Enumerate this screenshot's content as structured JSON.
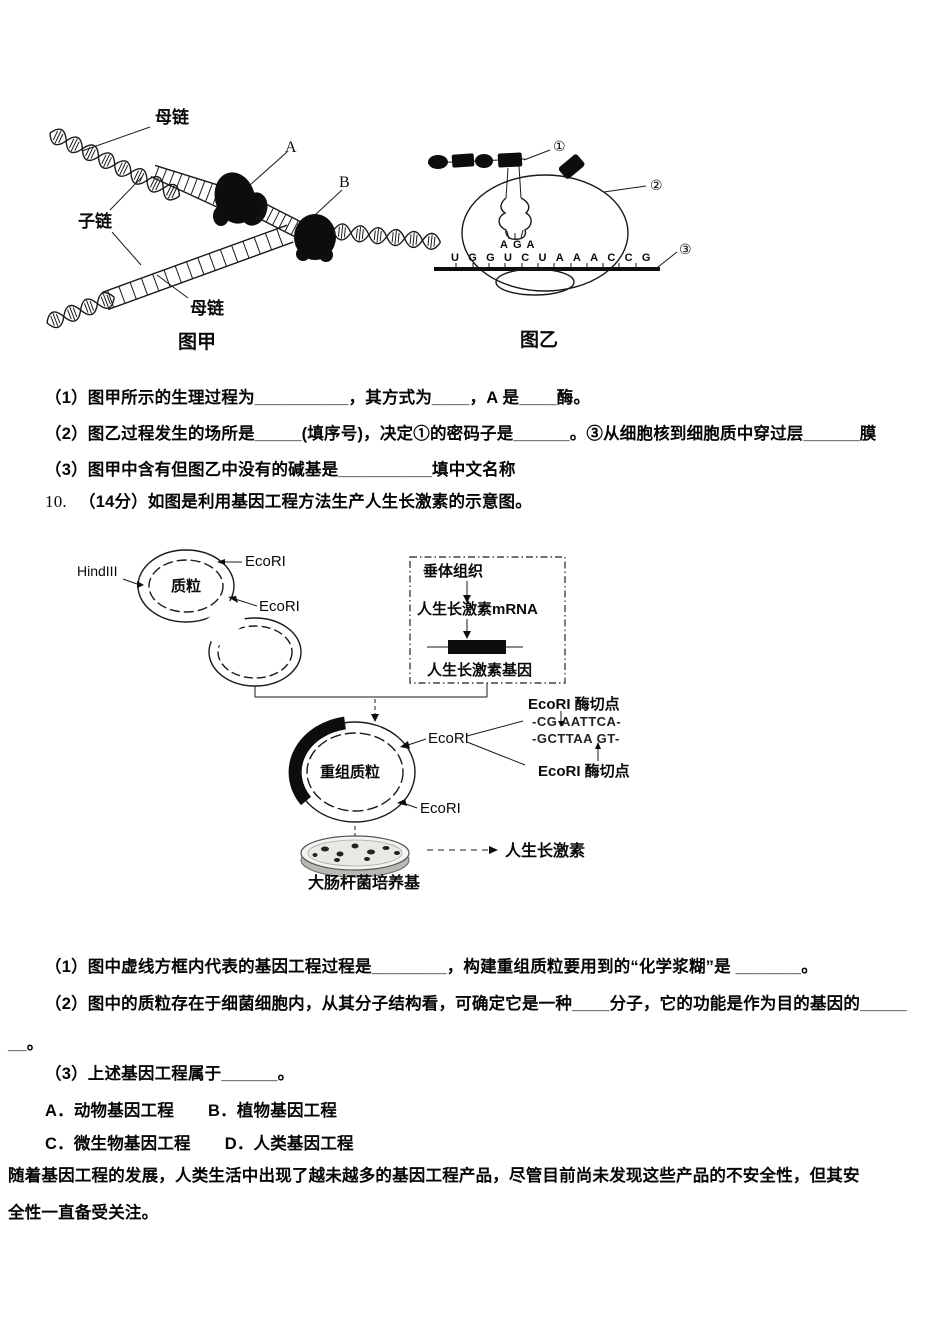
{
  "fig_jia": {
    "mother_top": "母链",
    "daughter": "子链",
    "enzyme_a": "A",
    "enzyme_b": "B",
    "mother_bottom": "母链",
    "caption": "图甲"
  },
  "fig_yi": {
    "num1": "①",
    "num2": "②",
    "num3": "③",
    "anticodon": "AGA",
    "mrna_seq": "UGGUCUAAACCG",
    "caption": "图乙"
  },
  "q9": {
    "item1": "（1）图甲所示的生理过程为__________，其方式为____，A 是____酶。",
    "item2": "（2）图乙过程发生的场所是_____(填序号)，决定①的密码子是______。③从细胞核到细胞质中穿过层______膜",
    "item3": "（3）图甲中含有但图乙中没有的碱基是__________填中文名称"
  },
  "q10": {
    "number": "10.",
    "title": "（14分）如图是利用基因工程方法生产人生长激素的示意图。",
    "item1": "（1）图中虚线方框内代表的基因工程过程是________，构建重组质粒要用到的“化学浆糊”是 _______。",
    "item2": "（2）图中的质粒存在于细菌细胞内，从其分子结构看，可确定它是一种____分子，它的功能是作为目的基因的_____",
    "item2_cont": "__。",
    "item3": "（3）上述基因工程属于______。",
    "optionA": "A．动物基因工程",
    "optionB": "B．植物基因工程",
    "optionC": "C．微生物基因工程",
    "optionD": "D．人类基因工程"
  },
  "fig_gene": {
    "hindiii": "HindIII",
    "ecori": "EcoRI",
    "plasmid": "质粒",
    "tissue": "垂体组织",
    "mrna": "人生长激素mRNA",
    "gene": "人生长激素基因",
    "recombinant": "重组质粒",
    "site_label": "EcoRI 酶切点",
    "seq_top": "-CG AATTCA-",
    "seq_bottom": "-GCTTAA GT-",
    "dish": "大肠杆菌培养基",
    "product": "人生长激素"
  },
  "closing": {
    "line1": "随着基因工程的发展，人类生活中出现了越未越多的基因工程产品，尽管目前尚未发现这些产品的不安全性，但其安",
    "line2": "全性一直备受关注。"
  }
}
